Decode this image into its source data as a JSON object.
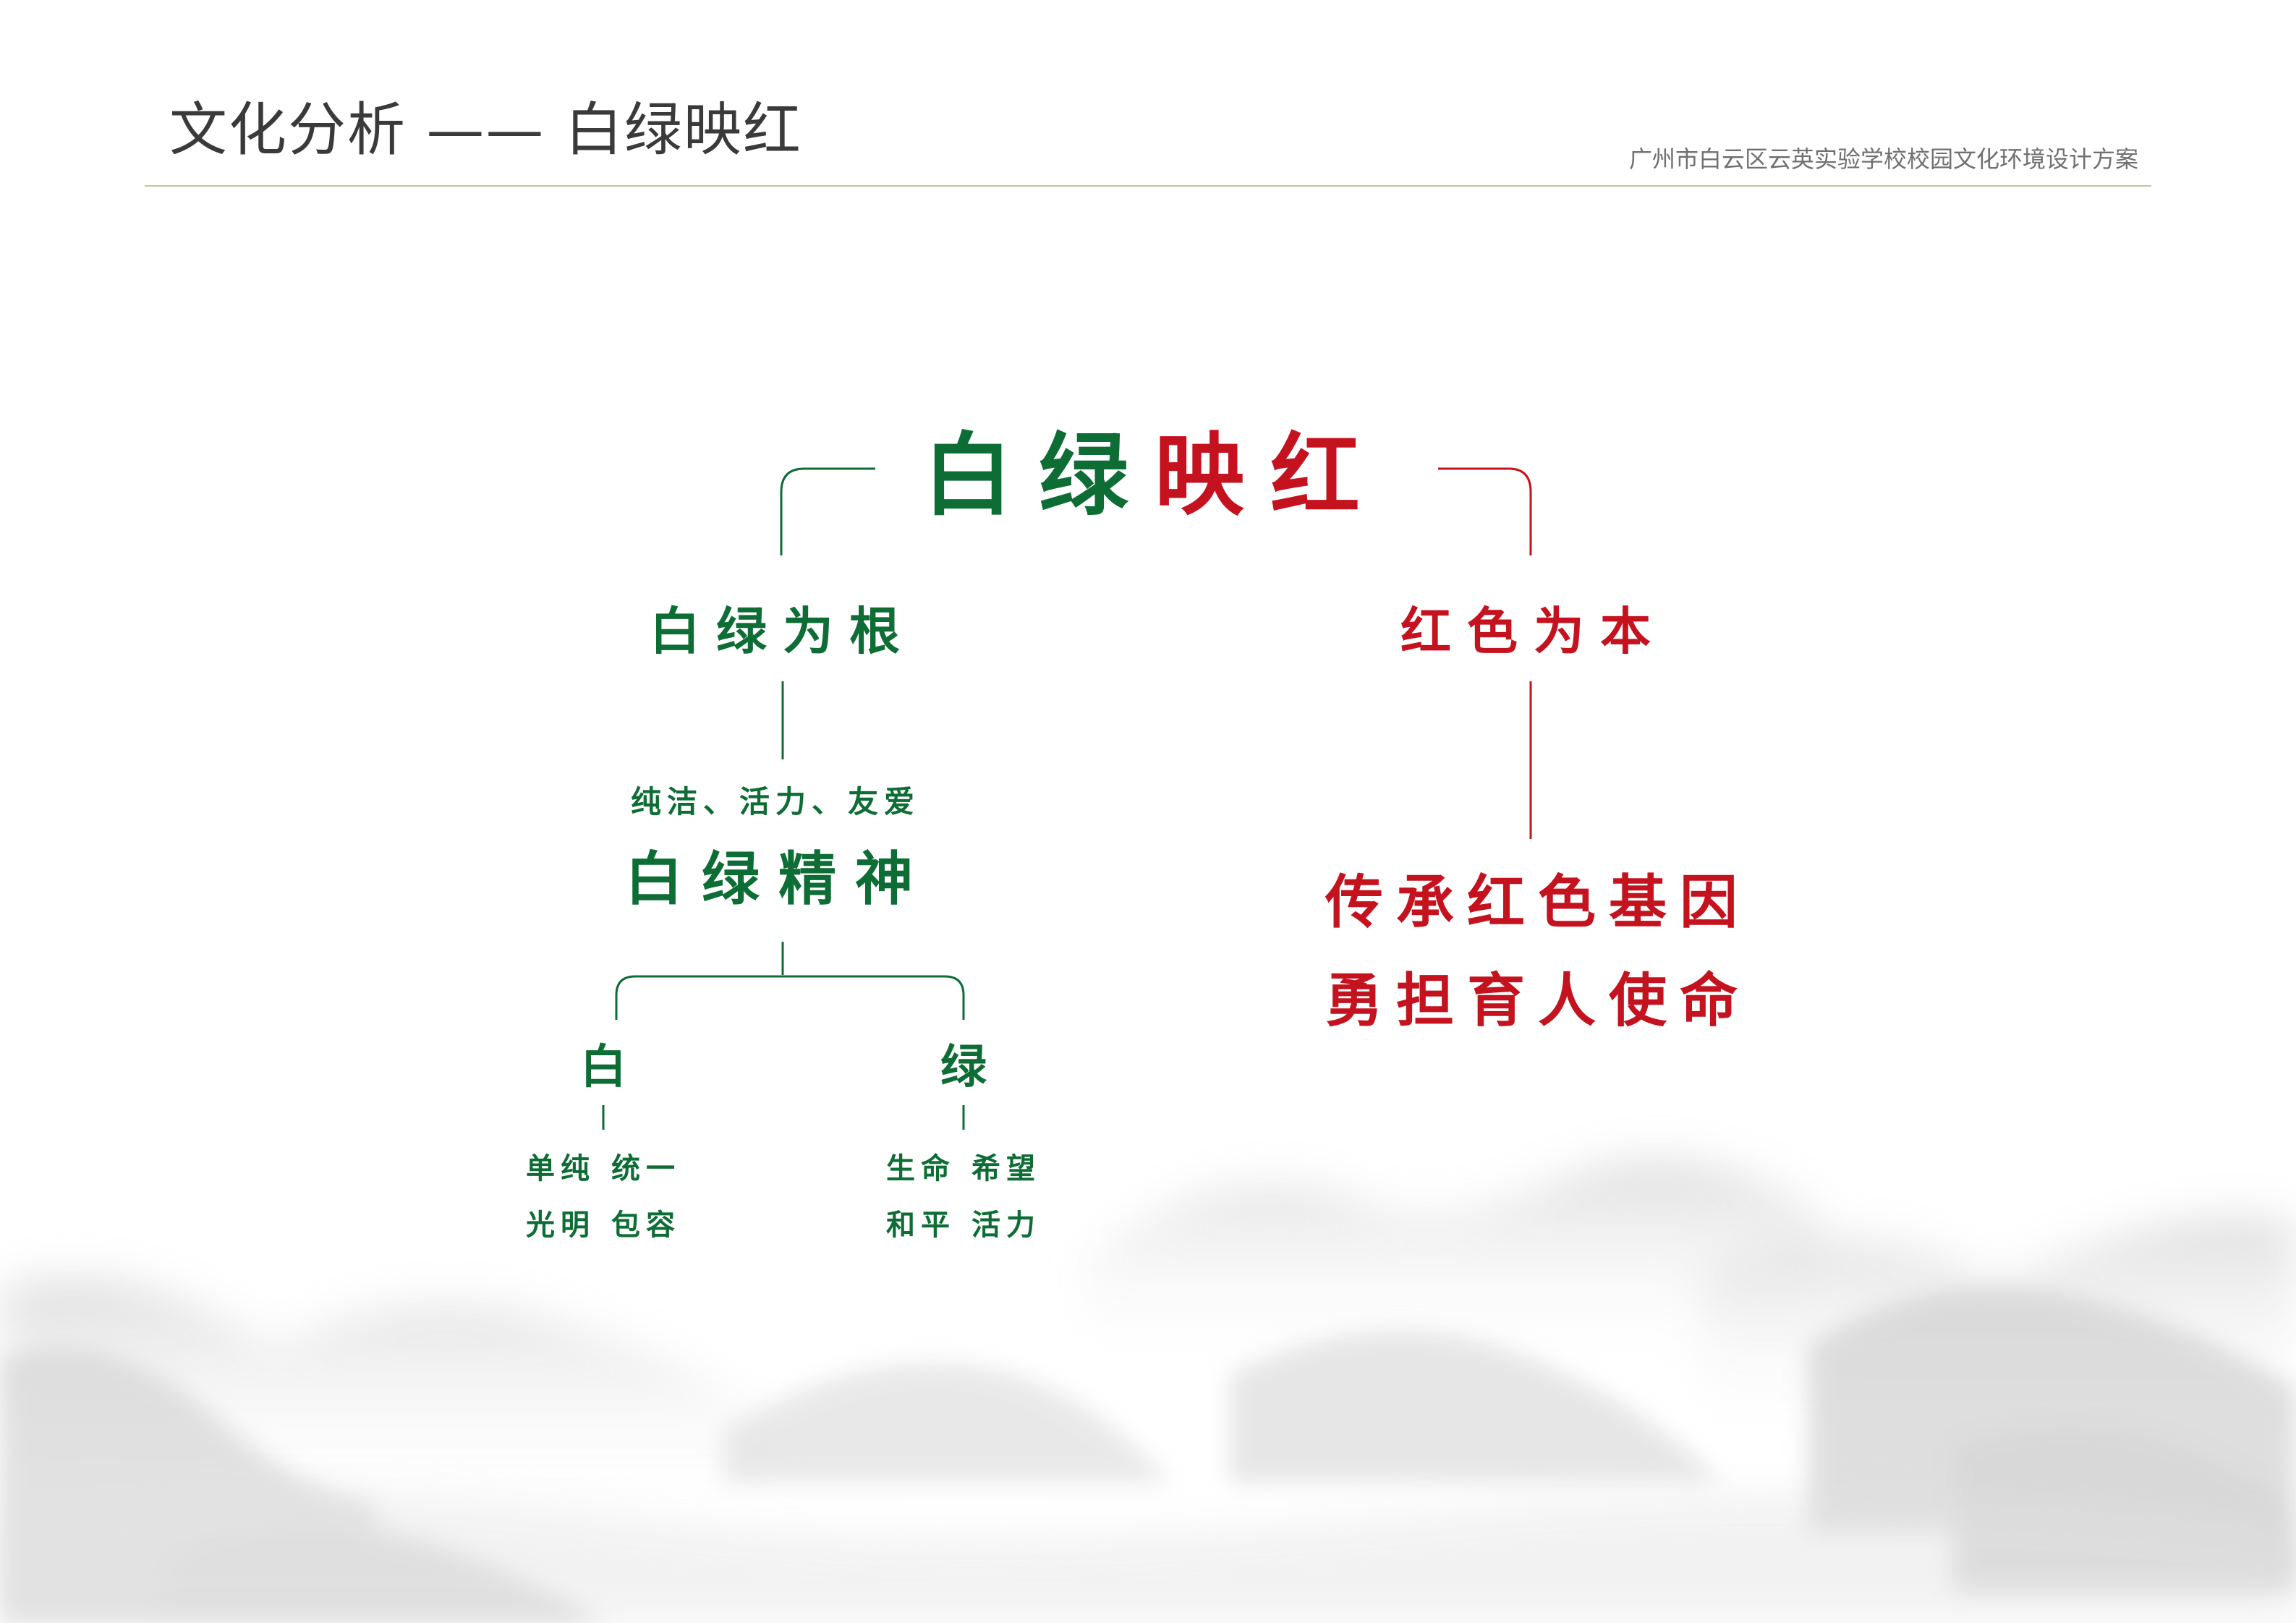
{
  "header": {
    "title": "文化分析 —— 白绿映红",
    "subtitle": "广州市白云区云英实验学校校园文化环境设计方案"
  },
  "diagram": {
    "main_title_green": "白绿",
    "main_title_red": "映红",
    "left_branch": {
      "title": "白绿为根",
      "values": "纯洁、活力、友爱",
      "spirit": "白绿精神",
      "white": {
        "label": "白",
        "line1": "单纯 统一",
        "line2": "光明 包容"
      },
      "green": {
        "label": "绿",
        "line1": "生命 希望",
        "line2": "和平 活力"
      }
    },
    "right_branch": {
      "title": "红色为本",
      "line1": "传承红色基因",
      "line2": "勇担育人使命"
    }
  },
  "colors": {
    "green": "#0e6d35",
    "red": "#c5121f",
    "rule": "#b9c99a",
    "header_text": "#3a3a3a"
  }
}
